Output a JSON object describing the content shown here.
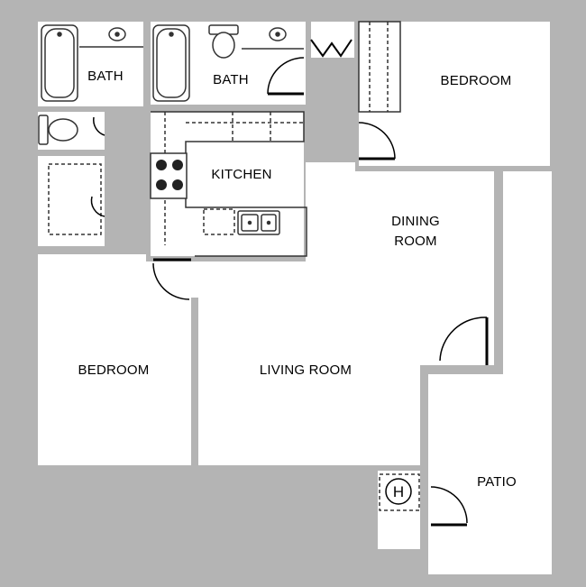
{
  "rooms": {
    "bath_left": "BATH",
    "bath_center": "BATH",
    "bedroom_top_right": "BEDROOM",
    "kitchen": "KITCHEN",
    "dining_line1": "DINING",
    "dining_line2": "ROOM",
    "bedroom_left": "BEDROOM",
    "living_room": "LIVING ROOM",
    "patio": "PATIO"
  },
  "symbols": {
    "water_heater": "H"
  },
  "colors": {
    "background": "#b4b4b4",
    "floor": "#ffffff",
    "wall": "#b4b4b4",
    "door_edge": "#000000",
    "fixture_line": "#333333"
  }
}
